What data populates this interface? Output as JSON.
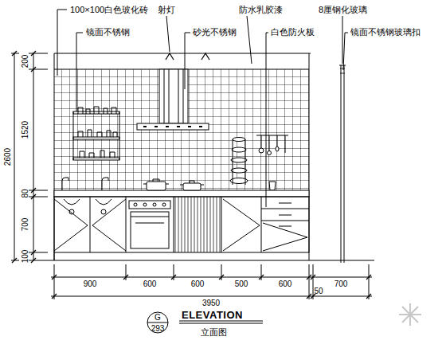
{
  "diagram": {
    "title": "ELEVATION",
    "caption": "立面图",
    "labels": [
      "100×100白色玻化砖",
      "射灯",
      "防水乳胶漆",
      "8厘钢化玻璃",
      "镜面不锈钢",
      "砂光不锈钢",
      "白色防火板",
      "镜面不锈钢玻璃扣",
      "200",
      "1520",
      "80",
      "700",
      "100",
      "2600",
      "900",
      "600",
      "600",
      "500",
      "600",
      "50",
      "700",
      "3950",
      "G",
      "293"
    ]
  }
}
